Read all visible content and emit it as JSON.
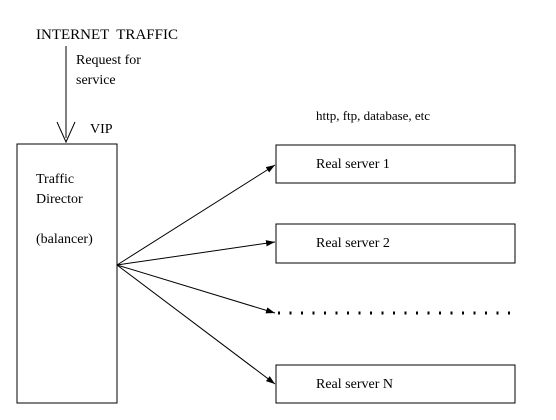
{
  "top_label": "INTERNET  TRAFFIC",
  "request": {
    "line1": "Request for",
    "line2": "service"
  },
  "vip_label": "VIP",
  "director": {
    "line1": "Traffic",
    "line2": "Director",
    "line3": "(balancer)"
  },
  "protocols": "http, ftp, database, etc",
  "servers": [
    {
      "label": "Real server 1"
    },
    {
      "label": "Real server 2"
    },
    {
      "label": "Real server N"
    }
  ],
  "colors": {
    "stroke": "#000000",
    "background": "#ffffff"
  }
}
